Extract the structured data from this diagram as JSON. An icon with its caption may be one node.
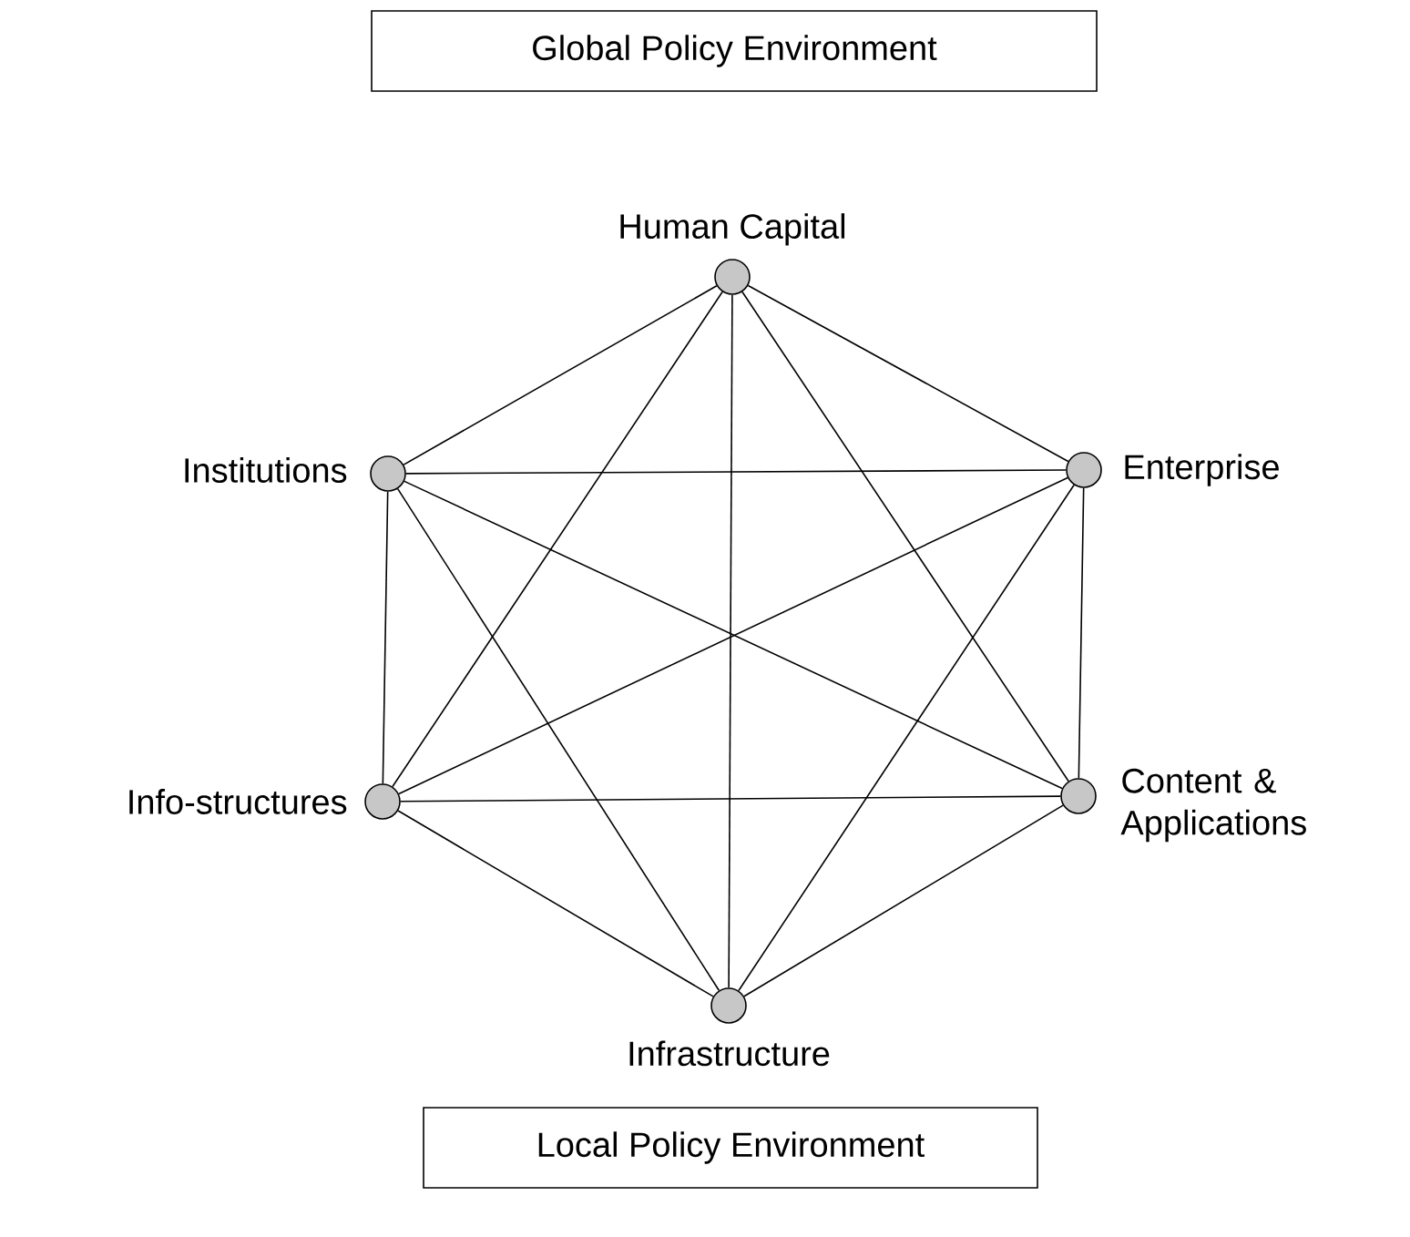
{
  "diagram": {
    "nodes": [
      {
        "text": [
          "Global Policy Environment"
        ]
      },
      {
        "text": [],
        "shape": "circle",
        "beside": [
          "Human Capital"
        ]
      },
      {
        "text": [],
        "shape": "circle",
        "beside": [
          "Institutions"
        ]
      },
      {
        "text": [],
        "shape": "circle",
        "beside": [
          "Enterprise"
        ]
      },
      {
        "text": [],
        "shape": "circle",
        "beside": [
          "Info-structures"
        ]
      },
      {
        "text": [],
        "shape": "circle",
        "beside": [
          "Content & Applications"
        ]
      },
      {
        "text": [],
        "shape": "circle",
        "beside": [
          "Infrastructure"
        ]
      },
      {
        "text": [
          "Local Policy Environment"
        ]
      }
    ],
    "edges": [
      {
        "from": 1,
        "to": 2,
        "arrow": "none"
      },
      {
        "from": 1,
        "to": 3,
        "arrow": "none"
      },
      {
        "from": 1,
        "to": 4,
        "arrow": "none"
      },
      {
        "from": 1,
        "to": 5,
        "arrow": "none"
      },
      {
        "from": 1,
        "to": 6,
        "arrow": "none"
      },
      {
        "from": 2,
        "to": 3,
        "arrow": "none"
      },
      {
        "from": 2,
        "to": 4,
        "arrow": "none"
      },
      {
        "from": 2,
        "to": 5,
        "arrow": "none"
      },
      {
        "from": 2,
        "to": 6,
        "arrow": "none"
      },
      {
        "from": 3,
        "to": 4,
        "arrow": "none"
      },
      {
        "from": 3,
        "to": 5,
        "arrow": "none"
      },
      {
        "from": 3,
        "to": 6,
        "arrow": "none"
      },
      {
        "from": 4,
        "to": 5,
        "arrow": "none"
      },
      {
        "from": 4,
        "to": 6,
        "arrow": "none"
      },
      {
        "from": 5,
        "to": 6,
        "arrow": "none"
      }
    ]
  }
}
